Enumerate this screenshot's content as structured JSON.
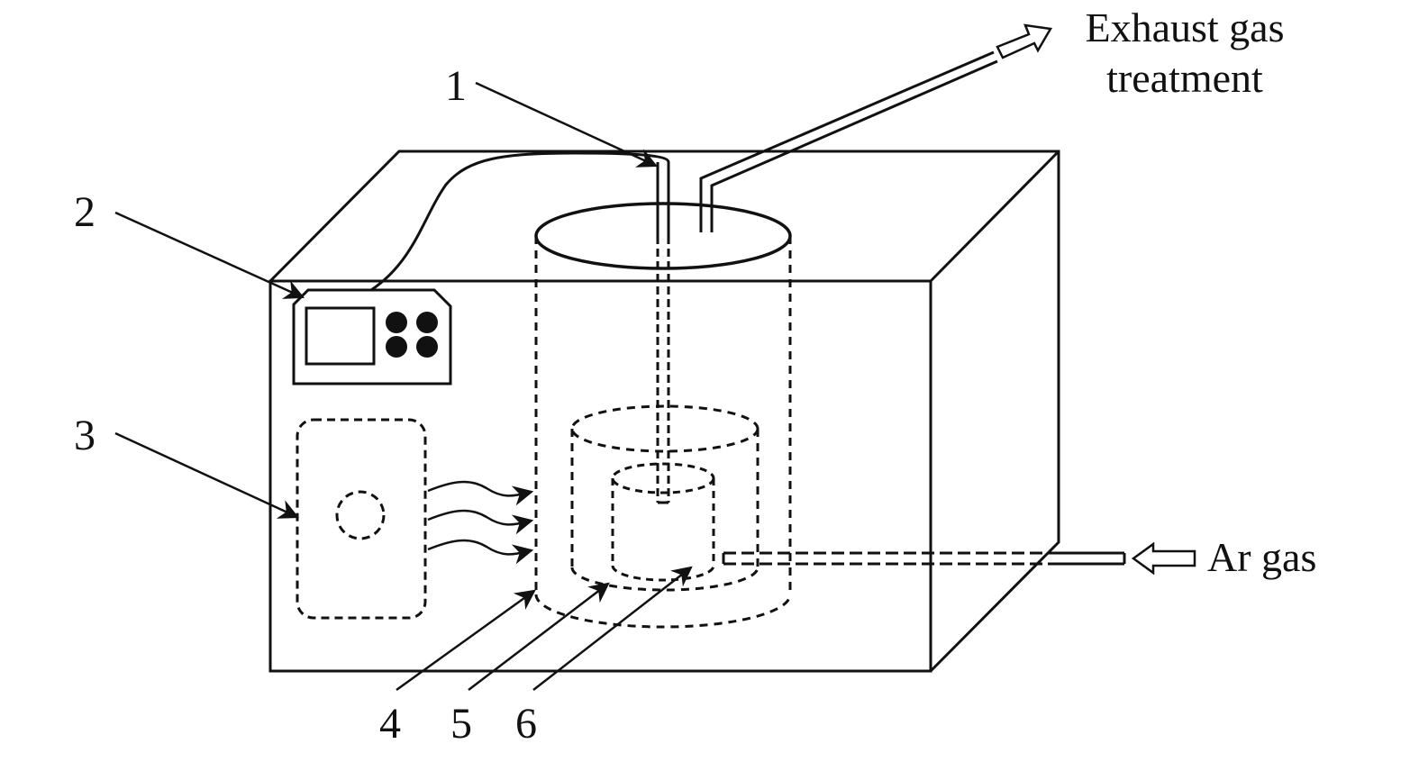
{
  "labels": {
    "n1": "1",
    "n2": "2",
    "n3": "3",
    "n4": "4",
    "n5": "5",
    "n6": "6",
    "exhaust_line1": "Exhaust gas",
    "exhaust_line2": "treatment",
    "ar_gas": "Ar gas"
  },
  "colors": {
    "stroke": "#111111",
    "fill_dark": "#111111",
    "background": "#ffffff"
  }
}
